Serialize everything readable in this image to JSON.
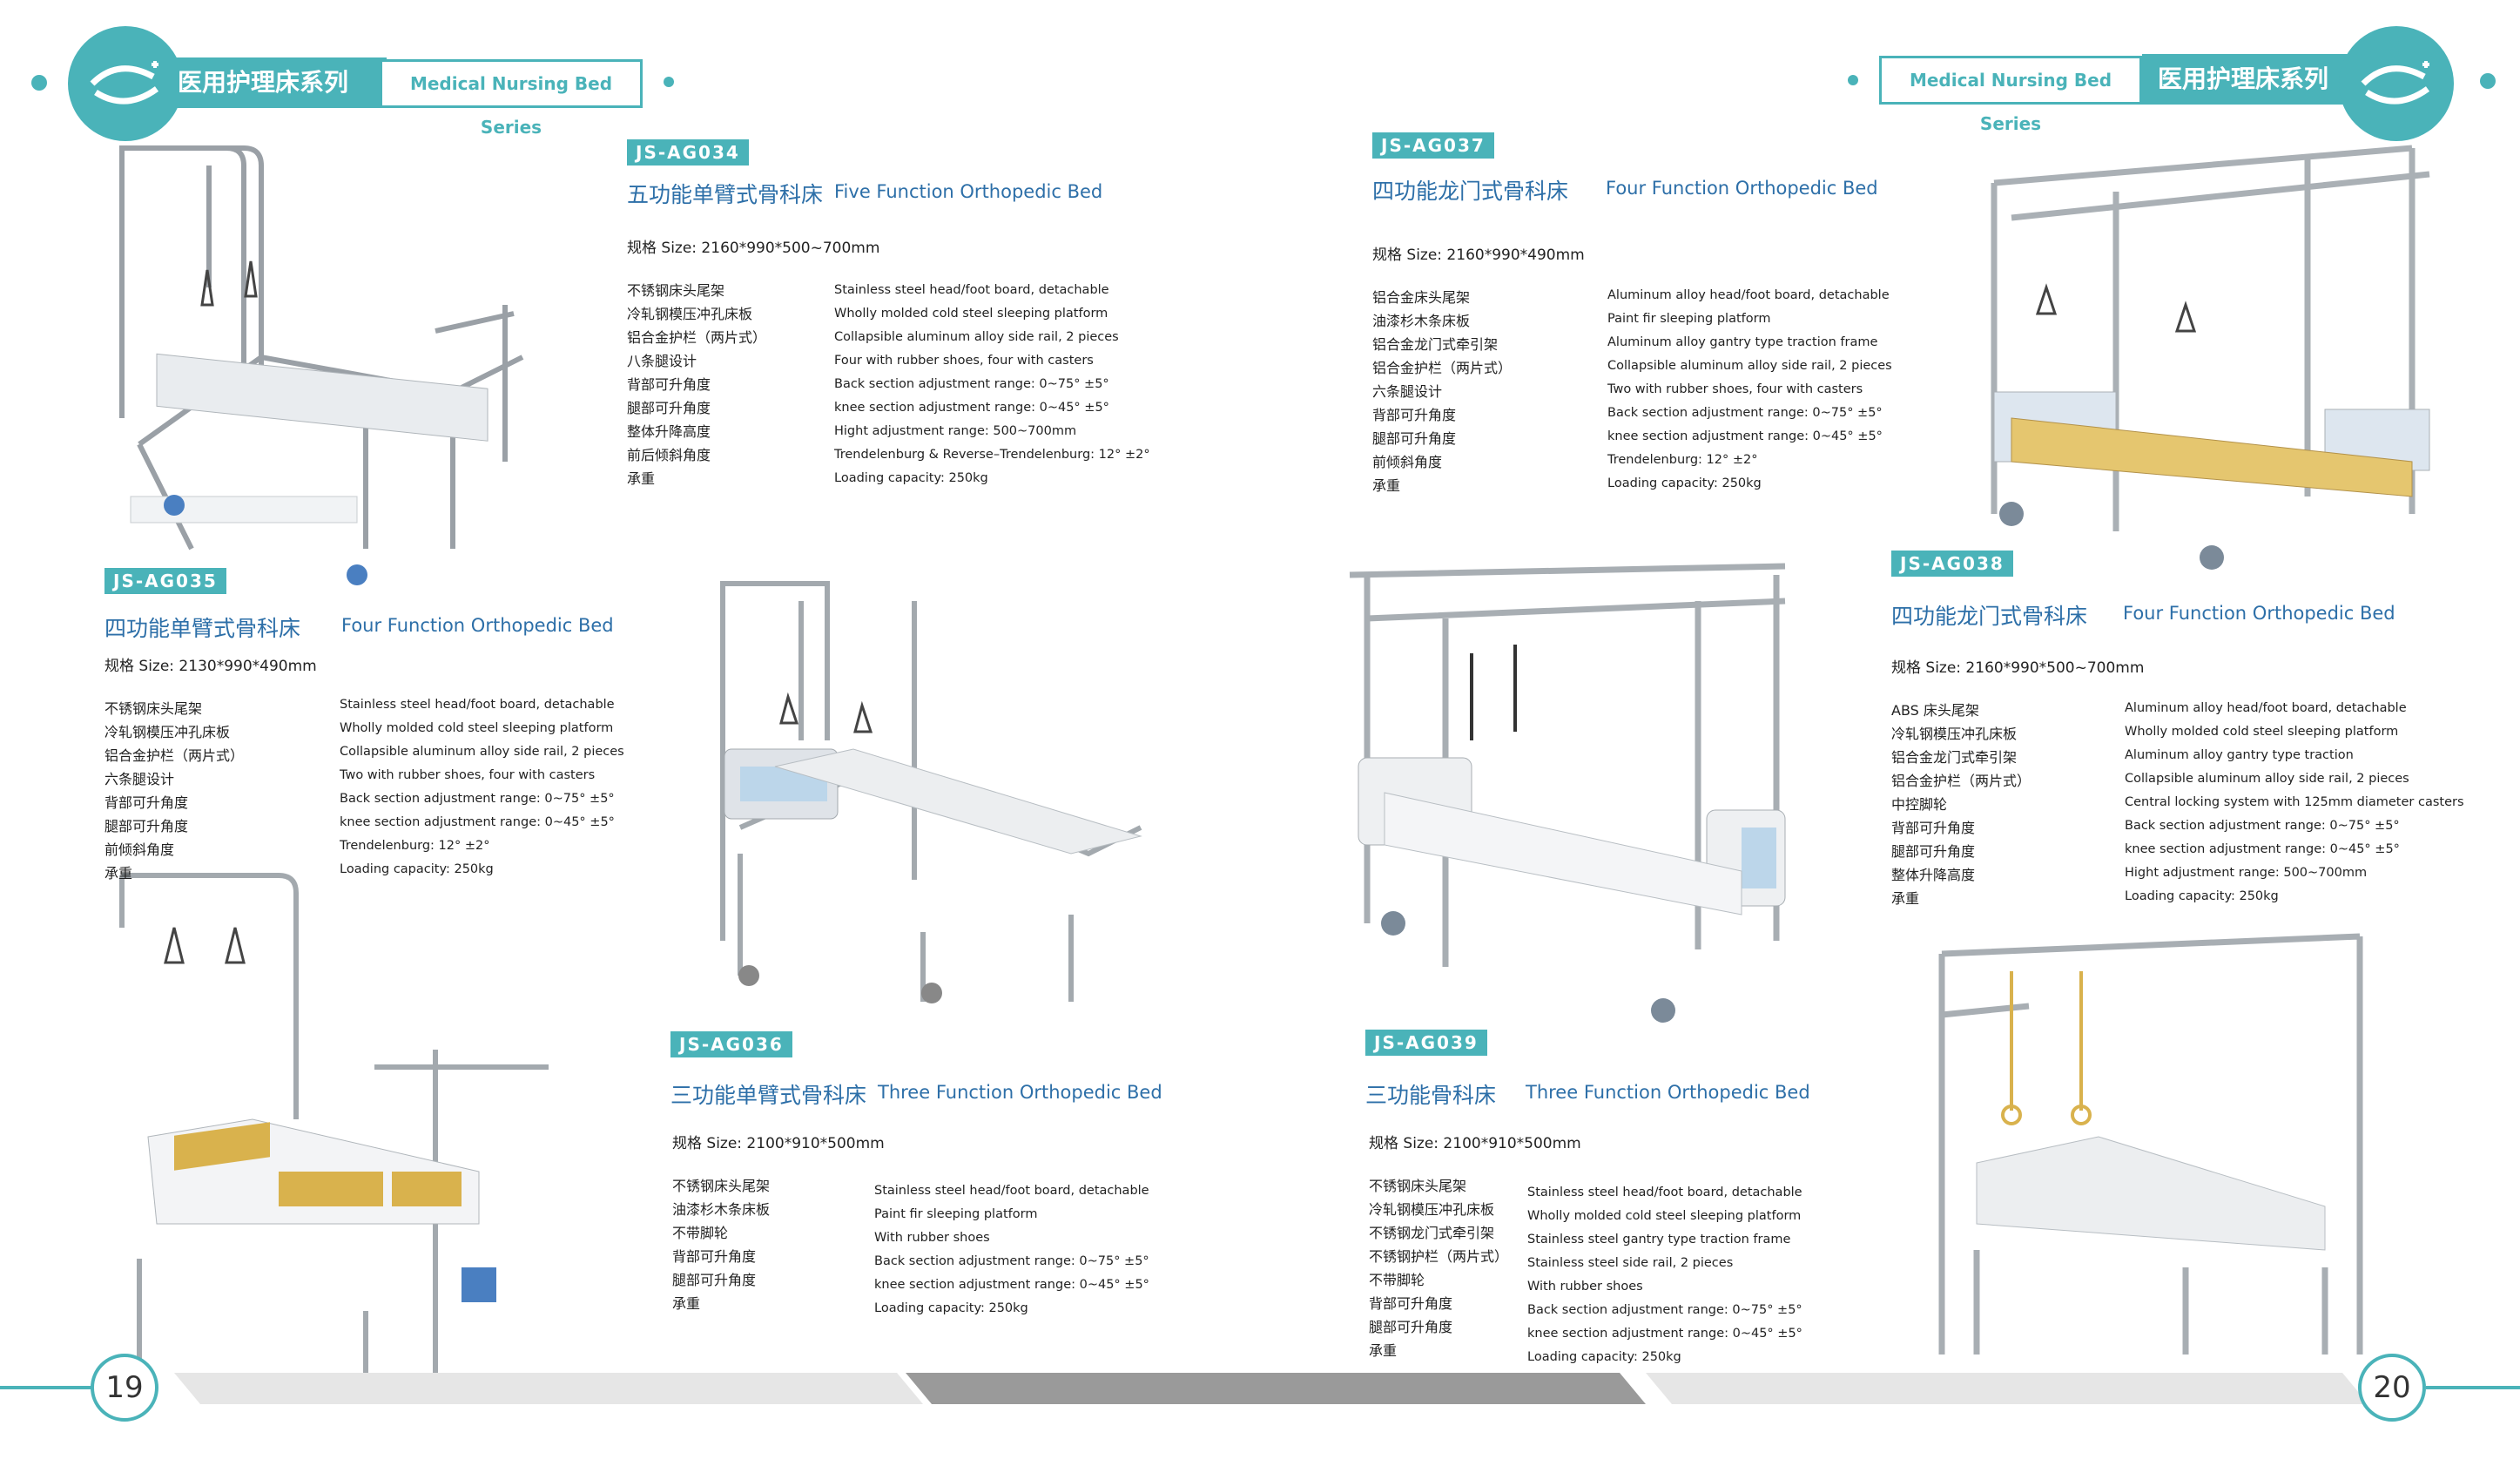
{
  "header": {
    "series_cn": "医用护理床系列",
    "series_en": "Medical Nursing Bed Series"
  },
  "pages": {
    "left": "19",
    "right": "20"
  },
  "products": {
    "ag034": {
      "code": "JS-AG034",
      "title_cn": "五功能单臂式骨科床",
      "title_en": "Five Function Orthopedic Bed",
      "size": "规格 Size: 2160*990*500~700mm",
      "specs_cn": [
        "不锈钢床头尾架",
        "冷轧钢模压冲孔床板",
        "铝合金护栏（两片式）",
        "八条腿设计",
        "背部可升角度",
        "腿部可升角度",
        "整体升降高度",
        "前后倾斜角度",
        "承重"
      ],
      "specs_en": [
        "Stainless steel head/foot board, detachable",
        "Wholly molded cold steel sleeping platform",
        "Collapsible aluminum alloy side rail, 2 pieces",
        "Four with rubber shoes, four with casters",
        "Back section adjustment range: 0~75°  ±5°",
        "knee section adjustment range: 0~45°  ±5°",
        "Hight adjustment range: 500~700mm",
        "Trendelenburg & Reverse–Trendelenburg: 12°  ±2°",
        "Loading capacity: 250kg"
      ]
    },
    "ag035": {
      "code": "JS-AG035",
      "title_cn": "四功能单臂式骨科床",
      "title_en": "Four Function Orthopedic Bed",
      "size": "规格 Size: 2130*990*490mm",
      "specs_cn": [
        "不锈钢床头尾架",
        "冷轧钢模压冲孔床板",
        "铝合金护栏（两片式）",
        "六条腿设计",
        "背部可升角度",
        "腿部可升角度",
        "前倾斜角度",
        "承重"
      ],
      "specs_en": [
        "Stainless steel head/foot board, detachable",
        "Wholly molded cold steel sleeping platform",
        "Collapsible aluminum alloy side rail, 2 pieces",
        "Two with rubber shoes, four with casters",
        "Back section adjustment range: 0~75°  ±5°",
        "knee section adjustment range: 0~45°  ±5°",
        "Trendelenburg: 12°  ±2°",
        "Loading capacity: 250kg"
      ]
    },
    "ag036": {
      "code": "JS-AG036",
      "title_cn": "三功能单臂式骨科床",
      "title_en": "Three Function Orthopedic Bed",
      "size": "规格 Size: 2100*910*500mm",
      "specs_cn": [
        "不锈钢床头尾架",
        "油漆杉木条床板",
        "不带脚轮",
        "背部可升角度",
        "腿部可升角度",
        "承重"
      ],
      "specs_en": [
        "Stainless steel head/foot board, detachable",
        "Paint fir sleeping platform",
        "With rubber shoes",
        "Back section adjustment range: 0~75°  ±5°",
        "knee section adjustment range: 0~45°  ±5°",
        "Loading capacity: 250kg"
      ]
    },
    "ag037": {
      "code": "JS-AG037",
      "title_cn": "四功能龙门式骨科床",
      "title_en": "Four Function Orthopedic Bed",
      "size": "规格 Size: 2160*990*490mm",
      "specs_cn": [
        "铝合金床头尾架",
        "油漆杉木条床板",
        "铝合金龙门式牵引架",
        "铝合金护栏（两片式）",
        "六条腿设计",
        "背部可升角度",
        "腿部可升角度",
        "前倾斜角度",
        "承重"
      ],
      "specs_en": [
        "Aluminum alloy head/foot board, detachable",
        "Paint fir sleeping platform",
        "Aluminum alloy gantry type traction frame",
        "Collapsible aluminum alloy side rail, 2 pieces",
        "Two with rubber shoes, four with casters",
        "Back section adjustment range: 0~75°  ±5°",
        "knee section adjustment range: 0~45°  ±5°",
        "Trendelenburg: 12°  ±2°",
        "Loading capacity: 250kg"
      ]
    },
    "ag038": {
      "code": "JS-AG038",
      "title_cn": "四功能龙门式骨科床",
      "title_en": "Four Function Orthopedic Bed",
      "size": "规格 Size: 2160*990*500~700mm",
      "specs_cn": [
        "ABS 床头尾架",
        "冷轧钢模压冲孔床板",
        "铝合金龙门式牵引架",
        "铝合金护栏（两片式）",
        "中控脚轮",
        "背部可升角度",
        "腿部可升角度",
        "整体升降高度",
        "承重"
      ],
      "specs_en": [
        "Aluminum alloy head/foot board, detachable",
        "Wholly molded cold steel sleeping platform",
        "Aluminum alloy gantry type traction",
        "Collapsible aluminum alloy side rail, 2 pieces",
        "Central locking system with 125mm diameter casters",
        "Back section adjustment range: 0~75°  ±5°",
        "knee section adjustment range: 0~45°  ±5°",
        "Hight adjustment range: 500~700mm",
        "Loading capacity: 250kg"
      ]
    },
    "ag039": {
      "code": "JS-AG039",
      "title_cn": "三功能骨科床",
      "title_en": "Three Function Orthopedic Bed",
      "size": "规格 Size: 2100*910*500mm",
      "specs_cn": [
        "不锈钢床头尾架",
        "冷轧钢模压冲孔床板",
        "不锈钢龙门式牵引架",
        "不锈钢护栏（两片式）",
        "不带脚轮",
        "背部可升角度",
        "腿部可升角度",
        "承重"
      ],
      "specs_en": [
        "Stainless steel head/foot board, detachable",
        "Wholly molded cold steel sleeping platform",
        "Stainless steel gantry type traction frame",
        "Stainless steel side rail, 2 pieces",
        "With rubber shoes",
        "Back section adjustment range: 0~75°  ±5°",
        "knee section adjustment range: 0~45°  ±5°",
        "Loading capacity: 250kg"
      ]
    }
  }
}
